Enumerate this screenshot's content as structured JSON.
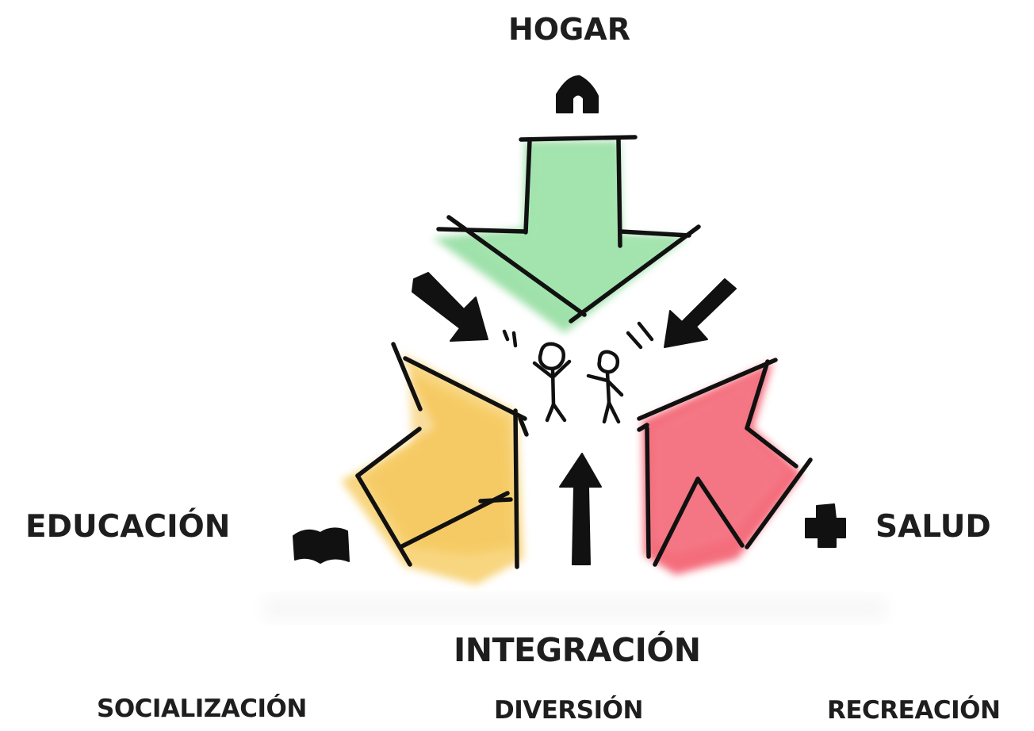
{
  "labels": {
    "hogar": "HOGAR",
    "educacion": "EDUCACIÓN",
    "salud": "SALUD",
    "integracion": "INTEGRACIÓN",
    "socializacion": "SOCIALIZACIÓN",
    "diversion": "DIVERSIÓN",
    "recreacion": "RECREACIÓN"
  },
  "colors": {
    "hogar_arrow": "#8fdc9c",
    "educacion_arrow": "#f7cf6a",
    "salud_arrow": "#f24a5b",
    "ink": "#111111"
  },
  "icons": {
    "hogar": "house-icon",
    "educacion": "book-icon",
    "salud": "medical-cross-icon"
  }
}
